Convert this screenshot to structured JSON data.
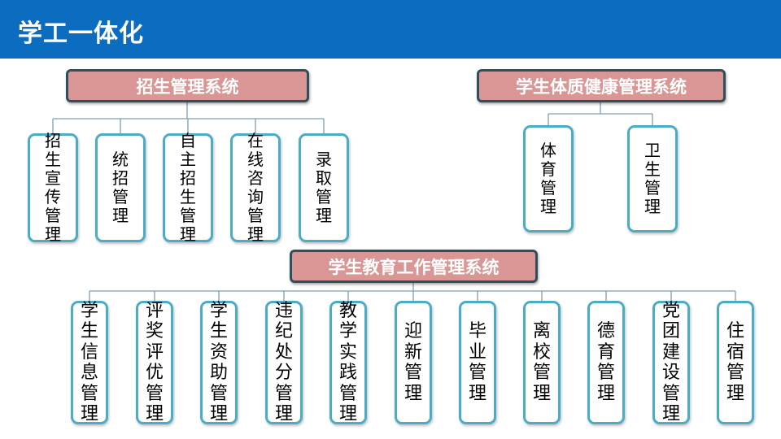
{
  "header": {
    "title": "学工一体化"
  },
  "systems": {
    "admission": {
      "title": "招生管理系统",
      "modules": [
        "招生宣传管理",
        "统招管理",
        "自主招生管理",
        "在线咨询管理",
        "录取管理"
      ]
    },
    "health": {
      "title": "学生体质健康管理系统",
      "modules": [
        "体育管理",
        "卫生管理"
      ]
    },
    "education": {
      "title": "学生教育工作管理系统",
      "modules": [
        "学生信息管理",
        "评奖评优管理",
        "学生资助管理",
        "违纪处分管理",
        "教学实践管理",
        "迎新管理",
        "毕业管理",
        "离校管理",
        "德育管理",
        "党团建设管理",
        "住宿管理"
      ]
    }
  },
  "colors": {
    "header_bg": "#0b6cc0",
    "system_fill": "#d99694",
    "system_border": "#2f4f5f",
    "module_border": "#4bacc6",
    "connector": "#7f9db9"
  }
}
